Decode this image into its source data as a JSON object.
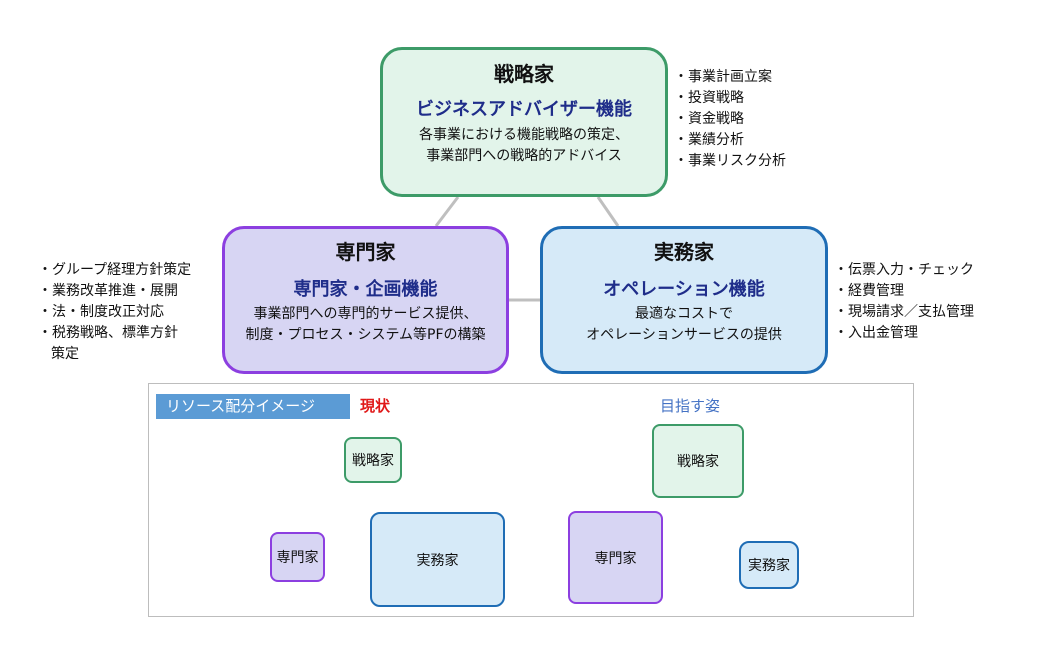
{
  "main": {
    "strategist": {
      "title": "戦略家",
      "function": "ビジネスアドバイザー機能",
      "desc_line1": "各事業における機能戦略の策定、",
      "desc_line2": "事業部門への戦略的アドバイス"
    },
    "specialist": {
      "title": "専門家",
      "function": "専門家・企画機能",
      "desc_line1": "事業部門への専門的サービス提供、",
      "desc_line2": "制度・プロセス・システム等PFの構築"
    },
    "operations": {
      "title": "実務家",
      "function": "オペレーション機能",
      "desc_line1": "最適なコストで",
      "desc_line2": "オペレーションサービスの提供"
    }
  },
  "bullets": {
    "strategist": [
      "・事業計画立案",
      "・投資戦略",
      "・資金戦略",
      "・業績分析",
      "・事業リスク分析"
    ],
    "specialist": [
      "・グループ経理方針策定",
      "・業務改革推進・展開",
      "・法・制度改正対応",
      "・税務戦略、標準方針",
      "策定"
    ],
    "operations": [
      "・伝票入力・チェック",
      "・経費管理",
      "・現場請求／支払管理",
      "・入出金管理"
    ]
  },
  "resource": {
    "tag": "リソース配分イメージ",
    "current_label": "現状",
    "target_label": "目指す姿",
    "current": {
      "strategist": "戦略家",
      "specialist": "専門家",
      "operations": "実務家"
    },
    "target": {
      "strategist": "戦略家",
      "specialist": "専門家",
      "operations": "実務家"
    }
  },
  "colors": {
    "strategist_border": "#3d9b68",
    "strategist_fill": "#e2f4ea",
    "specialist_border": "#8c3fe0",
    "specialist_fill": "#d7d5f3",
    "operations_border": "#1f6db5",
    "operations_fill": "#d6eaf8",
    "function_text": "#1f2d8a",
    "current_label": "#e01818",
    "target_label": "#4472c4",
    "tag_fill": "#5b9bd5"
  }
}
